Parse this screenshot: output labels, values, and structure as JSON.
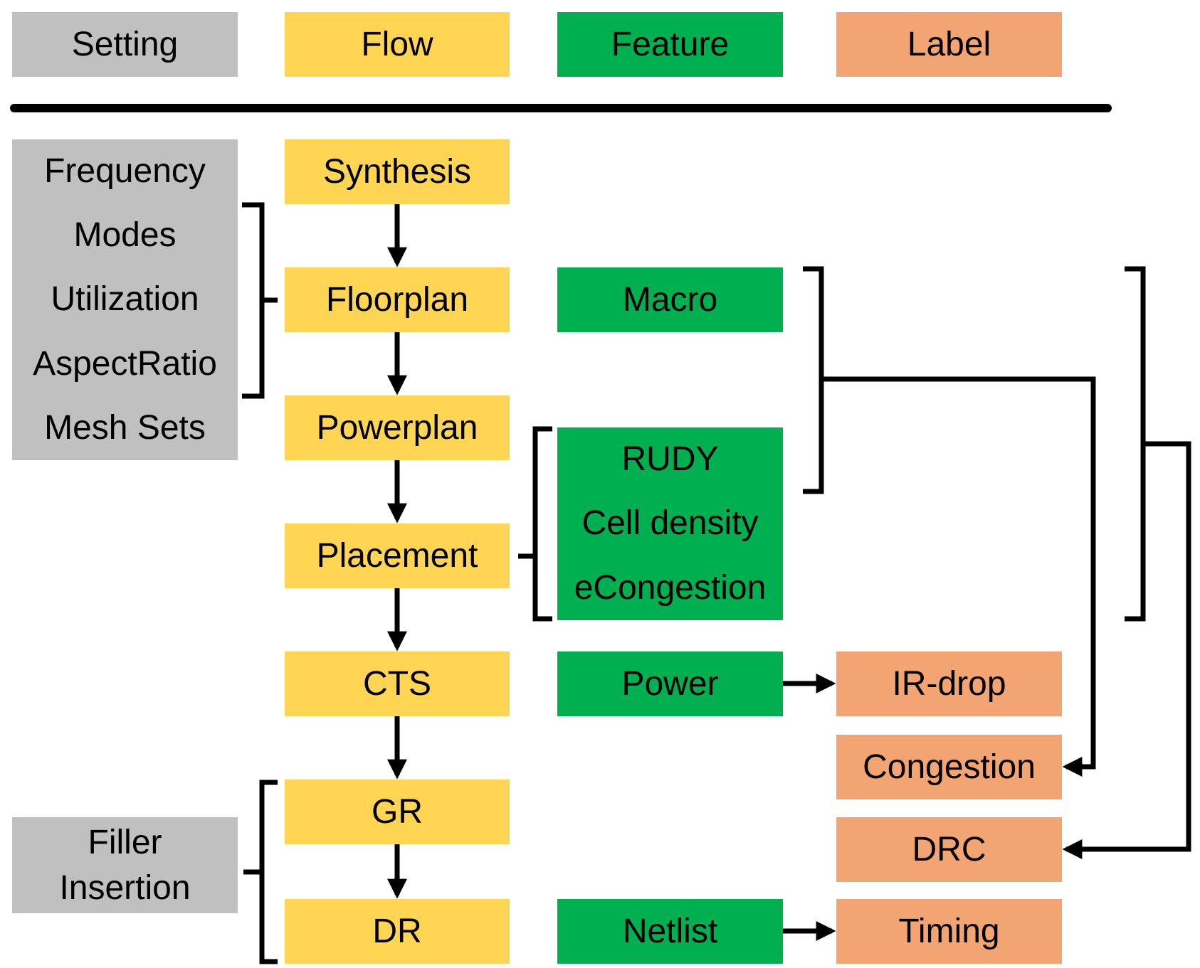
{
  "colors": {
    "setting": "#c0c0c0",
    "flow": "#ffd553",
    "feature": "#00b050",
    "label": "#f2a572",
    "line": "#000000"
  },
  "legend": {
    "setting": "Setting",
    "flow": "Flow",
    "feature": "Feature",
    "label": "Label"
  },
  "settings": {
    "floorplan_group": [
      "Frequency",
      "Modes",
      "Utilization",
      "AspectRatio",
      "Mesh Sets"
    ],
    "filler": [
      "Filler",
      "Insertion"
    ]
  },
  "flow": {
    "synthesis": "Synthesis",
    "floorplan": "Floorplan",
    "powerplan": "Powerplan",
    "placement": "Placement",
    "cts": "CTS",
    "gr": "GR",
    "dr": "DR"
  },
  "features": {
    "macro": "Macro",
    "placement_group": [
      "RUDY",
      "Cell density",
      "eCongestion"
    ],
    "power": "Power",
    "netlist": "Netlist"
  },
  "labels": {
    "ir_drop": "IR-drop",
    "congestion": "Congestion",
    "drc": "DRC",
    "timing": "Timing"
  }
}
